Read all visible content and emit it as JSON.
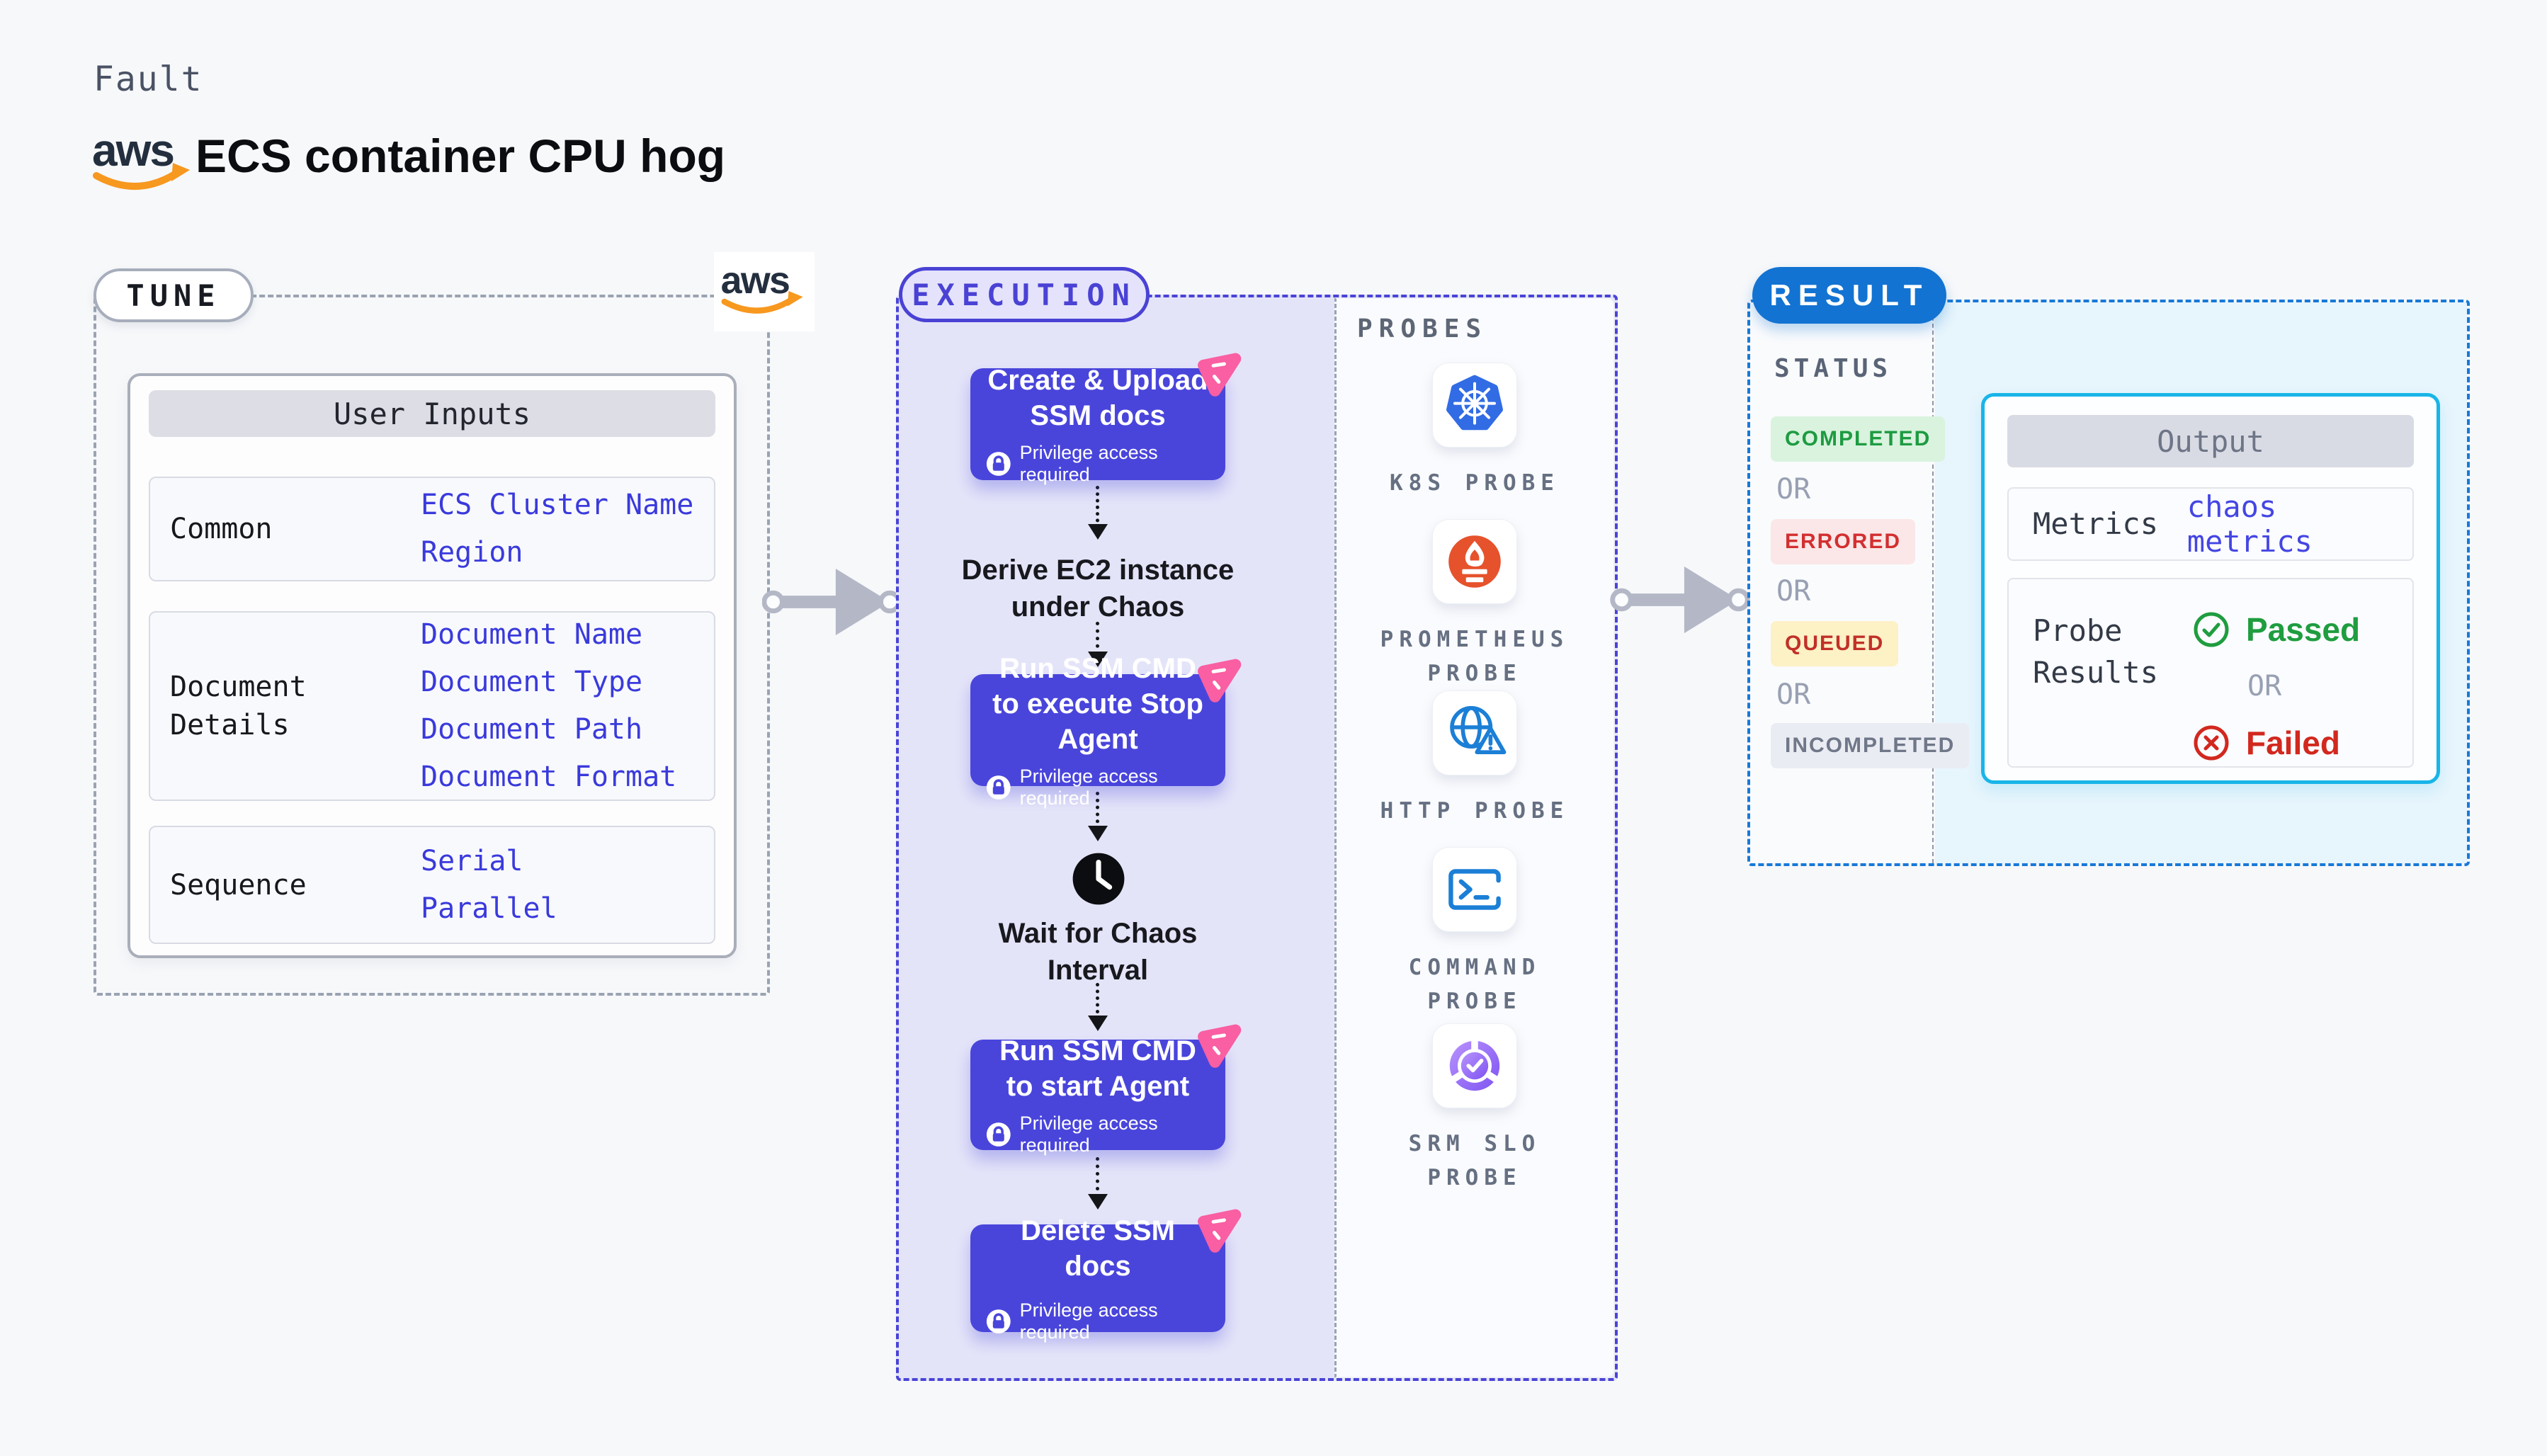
{
  "header": {
    "kicker": "Fault",
    "title": "ECS container CPU hog",
    "aws_wordmark": "aws"
  },
  "colors": {
    "page_bg": "#f7f8fa",
    "indigo_border": "#4a44d6",
    "step_box": "#4945db",
    "lavender_bg": "#e4e4f9",
    "result_pill": "#1273d2",
    "result_border": "#1779d8",
    "output_border": "#19b5e8",
    "cyan_bg": "#e7f5fc",
    "value_blue": "#3a3adc",
    "success_green": "#1d9b41",
    "error_red": "#d32f2f",
    "queued_bg": "#fdf1c6",
    "neutral_gray": "#6f7788",
    "dashed_gray": "#9aa3b2",
    "chaos_pink": "#f95fa2",
    "aws_orange": "#f7981f",
    "k8s_blue": "#326ce5",
    "prometheus_orange": "#e6522c"
  },
  "tune": {
    "label": "TUNE",
    "user_inputs": {
      "header": "User Inputs",
      "groups": [
        {
          "label": "Common",
          "values": [
            "ECS Cluster Name",
            "Region"
          ]
        },
        {
          "label": "Document Details",
          "values": [
            "Document Name",
            "Document Type",
            "Document Path",
            "Document Format"
          ]
        },
        {
          "label": "Sequence",
          "values": [
            "Serial",
            "Parallel"
          ]
        }
      ]
    }
  },
  "execution": {
    "label": "EXECUTION",
    "privilege_note": "Privilege access required",
    "steps": [
      {
        "kind": "task",
        "title": "Create & Upload SSM docs"
      },
      {
        "kind": "derive",
        "title": "Derive EC2 instance under Chaos"
      },
      {
        "kind": "task",
        "title": "Run SSM CMD to execute Stop Agent"
      },
      {
        "kind": "wait",
        "title": "Wait for Chaos Interval"
      },
      {
        "kind": "task",
        "title": "Run SSM CMD to start Agent"
      },
      {
        "kind": "task",
        "title": "Delete SSM docs"
      }
    ]
  },
  "probes": {
    "label": "PROBES",
    "items": [
      {
        "name": "K8S PROBE",
        "icon": "kubernetes-icon"
      },
      {
        "name": "PROMETHEUS PROBE",
        "icon": "prometheus-icon"
      },
      {
        "name": "HTTP PROBE",
        "icon": "http-globe-icon"
      },
      {
        "name": "COMMAND PROBE",
        "icon": "terminal-icon"
      },
      {
        "name": "SRM SLO PROBE",
        "icon": "slo-pie-icon"
      }
    ]
  },
  "result": {
    "label": "RESULT",
    "status": {
      "label": "STATUS",
      "or_label": "OR",
      "badges": [
        {
          "text": "COMPLETED",
          "kind": "success"
        },
        {
          "text": "ERRORED",
          "kind": "error"
        },
        {
          "text": "QUEUED",
          "kind": "queued"
        },
        {
          "text": "INCOMPLETED",
          "kind": "neutral"
        }
      ]
    },
    "output": {
      "header": "Output",
      "metrics_label": "Metrics",
      "metrics_value": "chaos metrics",
      "probe_results_label": "Probe Results",
      "passed_label": "Passed",
      "or_label": "OR",
      "failed_label": "Failed"
    }
  }
}
